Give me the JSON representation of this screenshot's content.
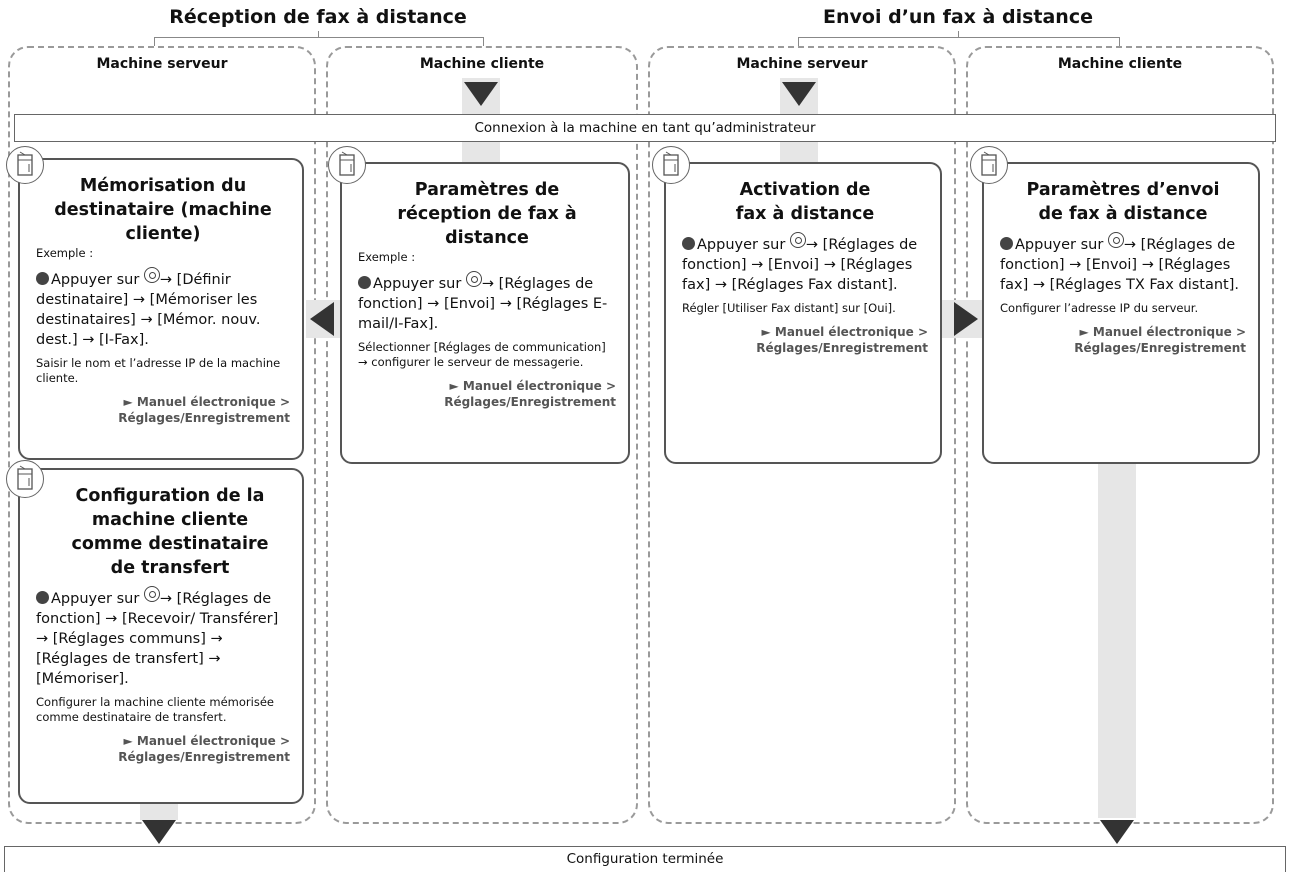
{
  "groups": {
    "reception": "Réception de fax à distance",
    "envoi": "Envoi d’un fax à distance"
  },
  "columns": [
    "Machine serveur",
    "Machine cliente",
    "Machine serveur",
    "Machine cliente"
  ],
  "bars": {
    "top": "Connexion à la machine en tant qu’administrateur",
    "bottom": "Configuration terminée"
  },
  "boxes": {
    "b1": {
      "title": "Mémorisation du destinataire (machine cliente)",
      "example": "Exemple :",
      "step_pre": "Appuyer sur",
      "step_post": "→ [Définir destinataire] → [Mémoriser les destinataires] → [Mémor. nouv. dest.] → [I-Fax].",
      "note": "Saisir le nom et l’adresse IP de la machine cliente.",
      "ref": "► Manuel électronique > Réglages/Enregistrement"
    },
    "b2": {
      "title": "Configuration de la machine cliente comme destinataire de transfert",
      "step_pre": "Appuyer sur",
      "step_post": "→ [Réglages de fonction] → [Recevoir/ Transférer] → [Réglages communs] → [Réglages de transfert] → [Mémoriser].",
      "note": "Configurer la machine cliente mémorisée comme destinataire de transfert.",
      "ref": "► Manuel électronique > Réglages/Enregistrement"
    },
    "b3": {
      "title": "Paramètres de réception de fax à distance",
      "example": "Exemple :",
      "step_pre": "Appuyer sur",
      "step_post": "→ [Réglages de fonction] → [Envoi] → [Réglages E-mail/I-Fax].",
      "note": "Sélectionner [Réglages de communication] → configurer le serveur de messagerie.",
      "ref": "► Manuel électronique > Réglages/Enregistrement"
    },
    "b4": {
      "title": "Activation de fax à distance",
      "step_pre": "Appuyer sur",
      "step_post": "→ [Réglages de fonction] → [Envoi] → [Réglages fax] → [Réglages Fax distant].",
      "note": "Régler [Utiliser Fax distant] sur [Oui].",
      "ref": "► Manuel électronique > Réglages/Enregistrement"
    },
    "b5": {
      "title": "Paramètres d’envoi de fax à distance",
      "step_pre": "Appuyer sur",
      "step_post": "→ [Réglages de fonction] → [Envoi] → [Réglages fax] → [Réglages TX Fax distant].",
      "note": "Configurer l’adresse IP du serveur.",
      "ref": "► Manuel électronique > Réglages/Enregistrement"
    }
  }
}
